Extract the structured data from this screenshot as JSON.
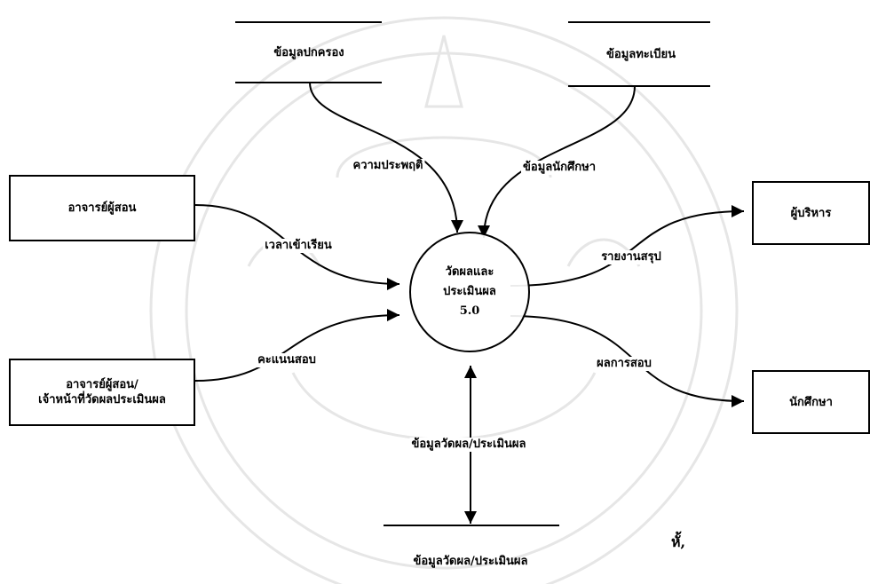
{
  "process": {
    "line1": "วัดผลและ",
    "line2": "ประเมินผล",
    "number": "5.0"
  },
  "entities": {
    "teacher": "อาจารย์ผู้สอน",
    "teacher_staff_line1": "อาจารย์ผู้สอน/",
    "teacher_staff_line2": "เจ้าหน้าที่วัดผลประเมินผล",
    "executive": "ผู้บริหาร",
    "student": "นักศึกษา"
  },
  "data_stores": {
    "governance": "ข้อมูลปกครอง",
    "registration": "ข้อมูลทะเบียน",
    "evaluation": "ข้อมูลวัดผล/ประเมินผล"
  },
  "flows": {
    "behavior": "ความประพฤติ",
    "student_info": "ข้อมูลนักศึกษา",
    "attendance": "เวลาเข้าเรียน",
    "scores": "คะแนนสอบ",
    "summary_report": "รายงานสรุป",
    "exam_results": "ผลการสอบ",
    "eval_data": "ข้อมูลวัดผล/ประเมินผล"
  },
  "stray_mark": "หั้,"
}
